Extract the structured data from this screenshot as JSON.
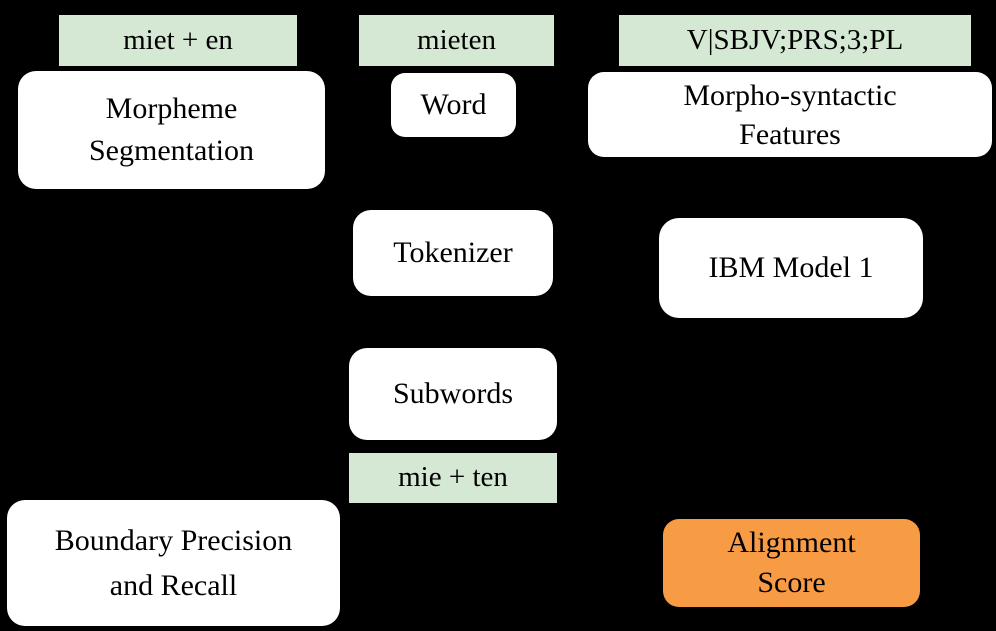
{
  "figure": {
    "background": "#000000",
    "colors": {
      "annotation_green": "#d5e8d4",
      "node_white": "#ffffff",
      "highlight_orange": "#f79b45",
      "text": "#000000"
    },
    "annotations": {
      "source_segmented": "miet + en",
      "source_word": "mieten",
      "msd_tag": "V|SBJV;PRS;3;PL",
      "subword_segmented": "mie + ten"
    },
    "nodes": {
      "morpheme_segmentation": "Morpheme\nSegmentation",
      "word": "Word",
      "morpho_syntactic_features": "Morpho-syntactic\nFeatures",
      "tokenizer": "Tokenizer",
      "ibm_model_1": "IBM Model 1",
      "subwords": "Subwords",
      "boundary_precision_recall": "Boundary Precision\nand Recall",
      "alignment_score": "Alignment\nScore"
    }
  }
}
